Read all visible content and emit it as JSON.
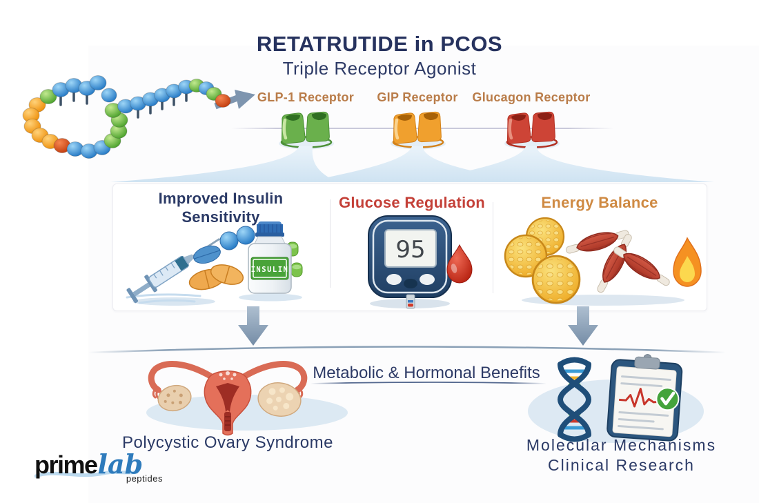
{
  "header": {
    "title": "RETATRUTIDE in PCOS",
    "subtitle": "Triple Receptor Agonist"
  },
  "receptors": {
    "label_color": "#b97c49",
    "items": [
      {
        "label": "GLP-1 Receptor",
        "color": "#6ab04c"
      },
      {
        "label": "GIP Receptor",
        "color": "#f0a02e"
      },
      {
        "label": "Glucagon Receptor",
        "color": "#cd4436"
      }
    ]
  },
  "panels": {
    "items": [
      {
        "title": "Improved Insulin\nSensitivity",
        "title_color": "#2b3a66"
      },
      {
        "title": "Glucose Regulation",
        "title_color": "#c44038"
      },
      {
        "title": "Energy Balance",
        "title_color": "#cf8a43"
      }
    ],
    "insulin_bottle_label": "INSULIN",
    "meter_reading": "95"
  },
  "bottom": {
    "benefits_label": "Metabolic & Hormonal Benefits",
    "pcos_label": "Polycystic Ovary Syndrome",
    "research_line1": "Molecular Mechanisms",
    "research_line2": "Clinical Research"
  },
  "brand": {
    "prime": "prime",
    "lab": "lab",
    "sub": "peptides"
  },
  "colors": {
    "navy_text": "#2b3a66",
    "receptor_label": "#b97c49",
    "red_accent": "#c44038",
    "orange_accent": "#cf8a43",
    "arrow_gray": "#7e95af",
    "funnel_blue": "#d9e8f4",
    "brand_blue": "#2e7bbc",
    "check_green": "#44a33c",
    "blood_red": "#c8352a"
  },
  "icons": {
    "peptide-chain-icon": "bead-chain shape",
    "arrow-right-icon": "➤",
    "receptor-icon": "double-cup shape",
    "syringe-icon": "syringe shape",
    "pills-icon": "pill shapes",
    "insulin-bottle-icon": "bottle shape",
    "glucose-meter-icon": "meter shape",
    "blood-drop-icon": "drop shape",
    "fat-cell-icon": "bumpy sphere",
    "muscle-icon": "muscle spindle",
    "flame-icon": "flame shape",
    "down-arrow-icon": "⬇",
    "uterus-icon": "uterus shape",
    "dna-icon": "double helix",
    "clipboard-icon": "clipboard shape",
    "check-icon": "✓"
  }
}
